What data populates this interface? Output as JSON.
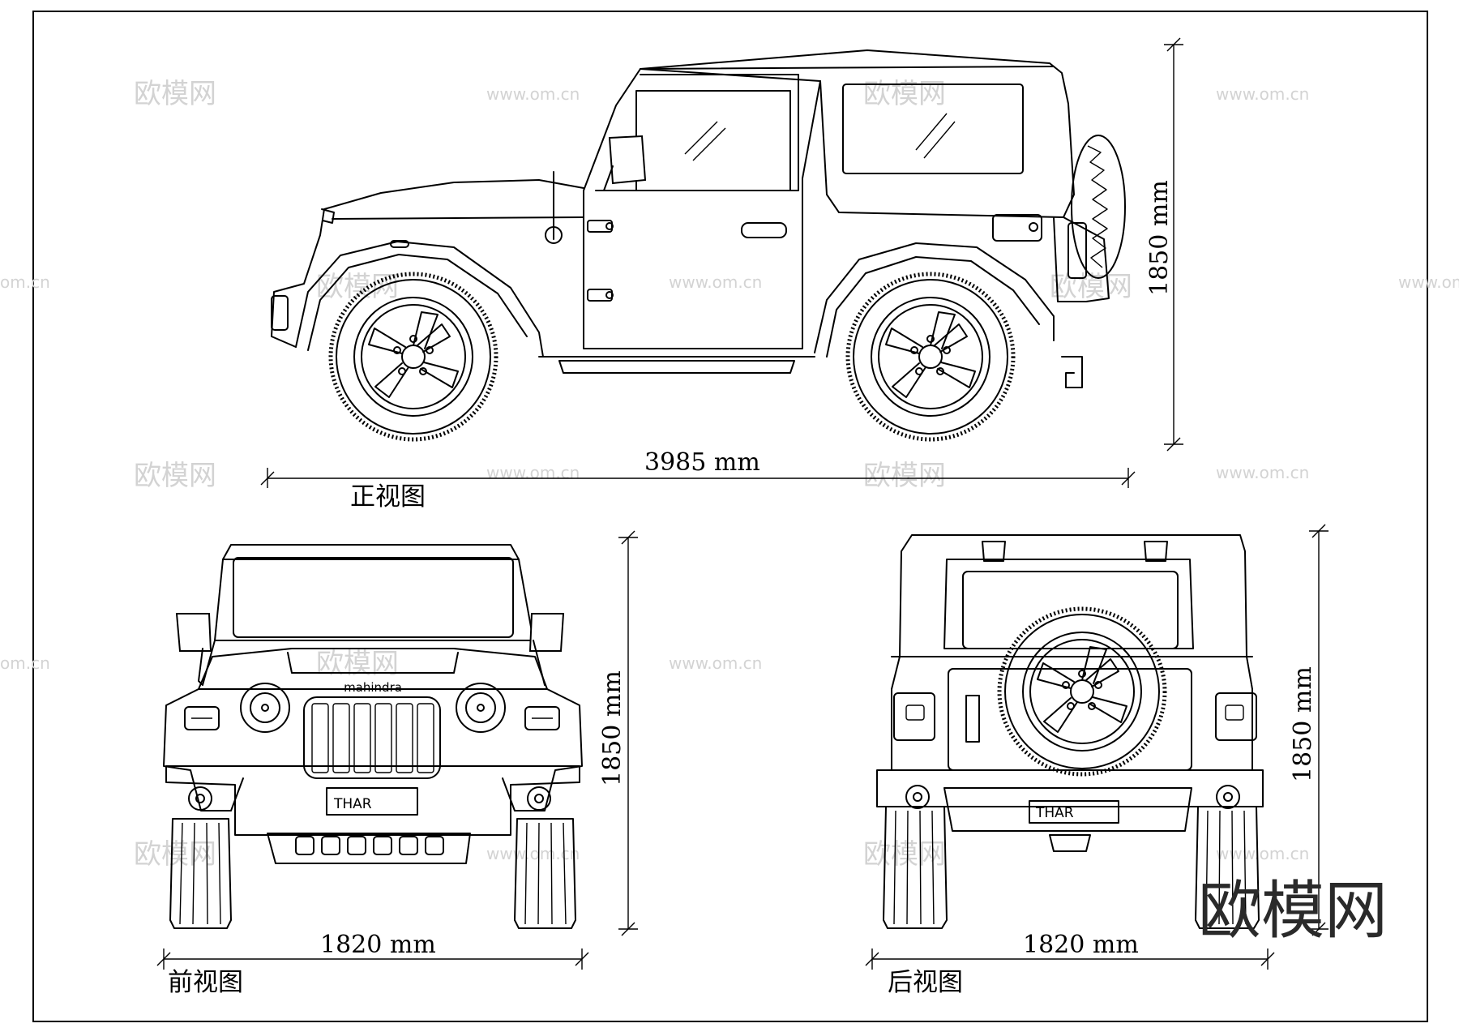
{
  "views": {
    "side": {
      "title": "正视图",
      "length_label": "3985 mm",
      "height_label": "1850 mm"
    },
    "front": {
      "title": "前视图",
      "width_label": "1820 mm",
      "height_label": "1850 mm",
      "brand_text": "mahindra",
      "plate_text": "THAR"
    },
    "rear": {
      "title": "后视图",
      "width_label": "1820 mm",
      "height_label": "1850 mm",
      "plate_text": "THAR"
    }
  },
  "watermarks": {
    "site_cn": "欧模网",
    "site_url": "www.om.cn",
    "site_url_short": "om.cn",
    "logo_text": "欧模网"
  },
  "colors": {
    "line": "#000000",
    "background": "#ffffff",
    "watermark": "#d3d3d3"
  }
}
